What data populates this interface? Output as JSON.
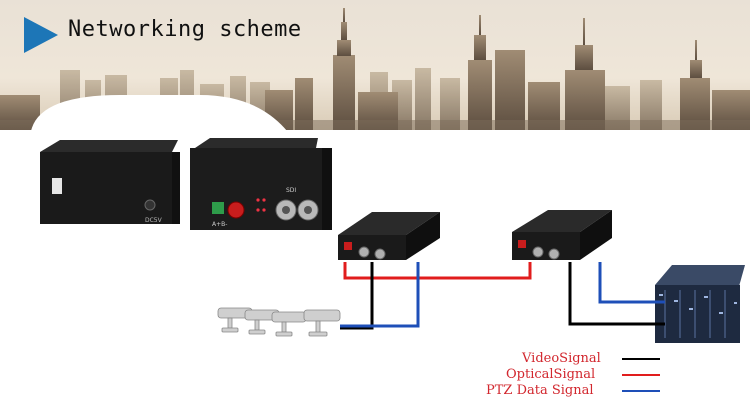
{
  "banner": {
    "title": "Networking scheme"
  },
  "devices": {
    "large_unit_port_label": "DC5V",
    "large_unit_terminal_label": "A+B-",
    "large_unit_sdi_label": "SDI"
  },
  "legend": {
    "items": [
      {
        "label": "VideoSignal",
        "color": "#000000"
      },
      {
        "label": "OpticalSignal",
        "color": "#e11d1d"
      },
      {
        "label": "PTZ Data Signal",
        "color": "#1e4fb8"
      }
    ]
  },
  "colors": {
    "video": "#000000",
    "optical": "#e11d1d",
    "ptz": "#1e4fb8",
    "label_text": "#d2272e"
  }
}
